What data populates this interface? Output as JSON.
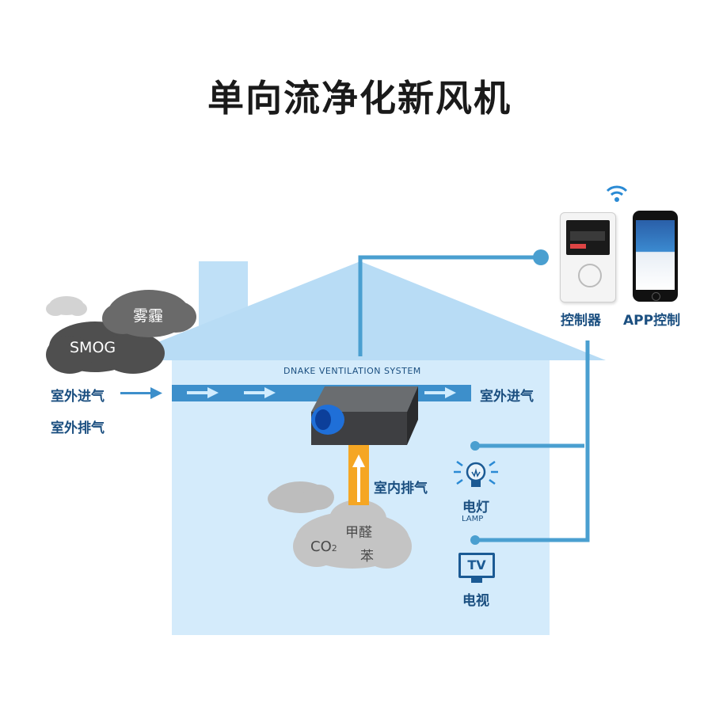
{
  "title": "单向流净化新风机",
  "system_label": "DNAKE VENTILATION SYSTEM",
  "outdoor": {
    "cloud_top": "雾霾",
    "cloud_main": "SMOG",
    "intake_label": "室外进气",
    "exhaust_label": "室外排气"
  },
  "duct_out_label": "室外进气",
  "indoor_exhaust_label": "室内排气",
  "indoor_pollutants": {
    "item1": "甲醛",
    "item2_main": "CO",
    "item2_sub": "2",
    "item3": "苯"
  },
  "devices": {
    "controller_label": "控制器",
    "app_label": "APP控制",
    "lamp_label": "电灯",
    "lamp_sub": "LAMP",
    "tv_screen": "TV",
    "tv_label": "电视"
  },
  "icons": [
    "wifi-icon",
    "lightbulb-icon",
    "tv-icon"
  ],
  "colors": {
    "house_light": "#cfe8fa",
    "roof": "#bfe0f7",
    "duct": "#3d8fcb",
    "wire": "#4a9fd0",
    "orange": "#f5a623",
    "text_blue": "#1b4f80"
  }
}
